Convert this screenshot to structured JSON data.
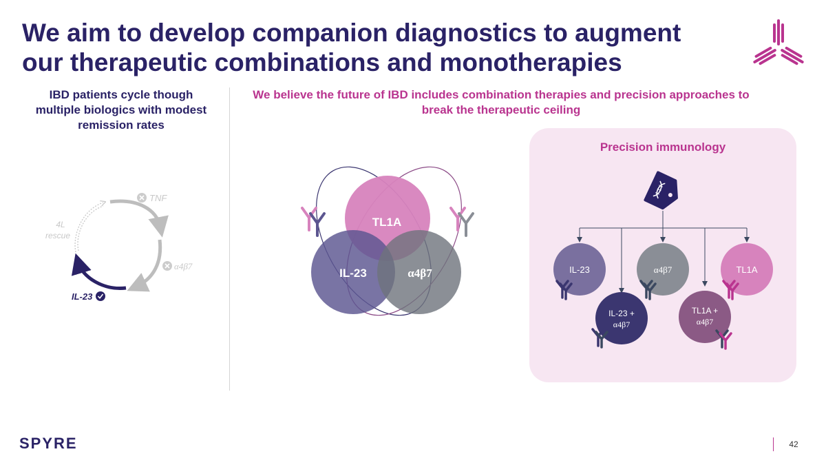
{
  "title": {
    "line1": "We aim to develop companion diagnostics to augment",
    "line2": "our therapeutic combinations and monotherapies"
  },
  "left": {
    "heading_line1": "IBD patients cycle though",
    "heading_line2": "multiple biologics with modest",
    "heading_line3": "remission rates",
    "cycle": {
      "tnf": "TNF",
      "a4b7": "α4β7",
      "il23": "IL-23",
      "rescue_line1": "4L",
      "rescue_line2": "rescue"
    }
  },
  "right": {
    "heading_line1": "We believe the future of IBD includes combination therapies and precision approaches to",
    "heading_line2": "break the therapeutic ceiling"
  },
  "venn": {
    "tl1a": "TL1A",
    "il23": "IL-23",
    "a4b7": "α4β7"
  },
  "panel": {
    "title": "Precision immunology",
    "il23": "IL-23",
    "a4b7": "α4β7",
    "tl1a": "TL1A",
    "combo1_line1": "IL-23 +",
    "combo1_line2": "α4β7",
    "combo2_line1": "TL1A +",
    "combo2_line2": "α4β7"
  },
  "footer": {
    "brand": "SPYRE",
    "page": "42"
  },
  "colors": {
    "navy": "#2a2266",
    "magenta": "#b9348f",
    "pink": "#d783bd",
    "purple_grey": "#7a709f",
    "grey": "#8a8e96",
    "mauve": "#8b5a85",
    "dark_navy": "#3b3670",
    "panel_bg": "#f7e6f2"
  },
  "icons": [
    "trident-logo-icon",
    "dna-tag-icon",
    "antibody-icon",
    "close-icon",
    "check-icon"
  ]
}
